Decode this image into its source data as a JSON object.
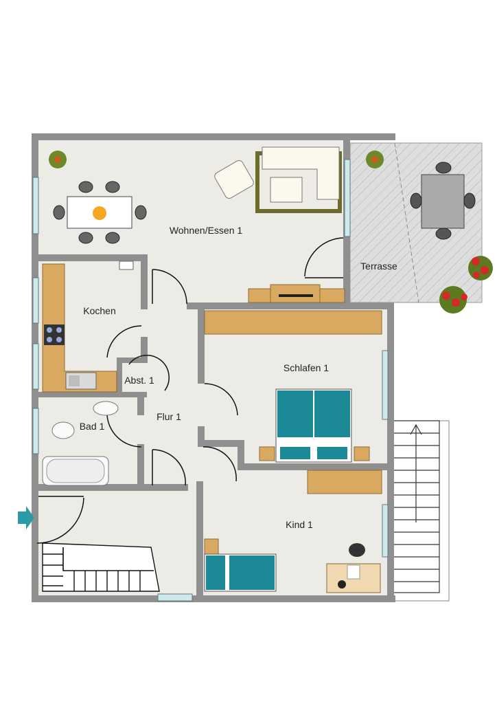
{
  "rooms": {
    "wohnen": "Wohnen/Essen 1",
    "terrasse": "Terrasse",
    "kochen": "Kochen",
    "abst": "Abst. 1",
    "schlafen": "Schlafen 1",
    "bad": "Bad 1",
    "flur": "Flur 1",
    "kind": "Kind 1"
  },
  "colors": {
    "wall": "#8f8f8f",
    "floor": "#ecebe6",
    "terrace": "#dcdcdc",
    "cabinet": "#d9a962",
    "bed_teal": "#1b8a96",
    "rug": "#6b6b2c",
    "entry_arrow": "#2a9aa5",
    "window": "#cfe8ec"
  },
  "icons": {
    "entry": "entry-arrow-icon",
    "plant": "plant-icon",
    "flowers": "flower-pot-icon"
  }
}
